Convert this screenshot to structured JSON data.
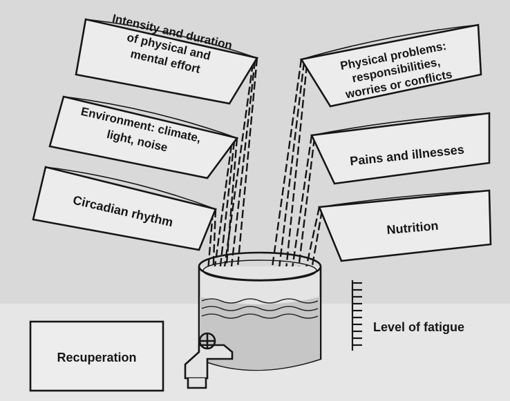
{
  "factors_left": [
    {
      "lines": [
        "Intensity and duration",
        "of physical and",
        "mental effort"
      ]
    },
    {
      "lines": [
        "Environment: climate,",
        "light, noise"
      ]
    },
    {
      "lines": [
        "Circadian rhythm"
      ]
    }
  ],
  "factors_right": [
    {
      "lines": [
        "Physical problems:",
        "responsibilities,",
        "worries or conflicts"
      ]
    },
    {
      "lines": [
        "Pains and illnesses"
      ]
    },
    {
      "lines": [
        "Nutrition"
      ]
    }
  ],
  "recuperation_label": "Recuperation",
  "level_label": "Level of fatigue",
  "colors": {
    "ink": "#161616",
    "paper": "#dcdcdc",
    "panel": "#ededed"
  }
}
